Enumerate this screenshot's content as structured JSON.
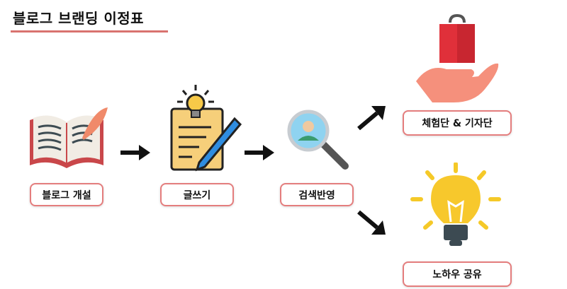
{
  "title": "블로그 브랜딩 이정표",
  "steps": {
    "open_blog": "블로그 개설",
    "writing": "글쓰기",
    "search": "검색반영",
    "experience": "체험단 & 기자단",
    "knowhow": "노하우 공유"
  },
  "colors": {
    "accent": "#e47d7d",
    "underline": "#d9736f"
  }
}
